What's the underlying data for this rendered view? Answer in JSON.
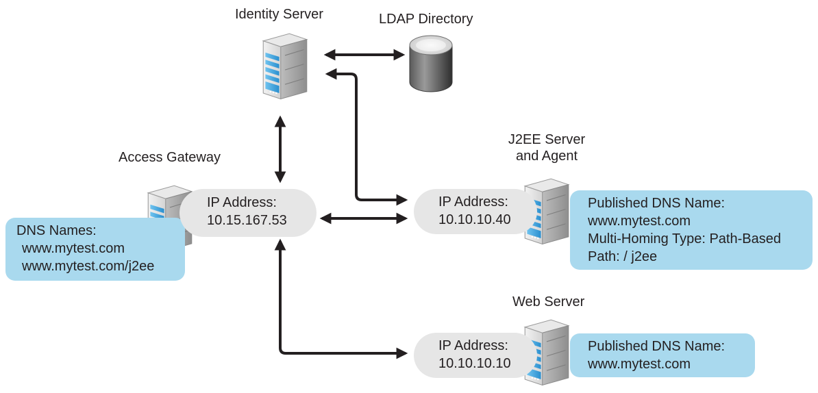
{
  "nodes": {
    "identity_server": {
      "title": "Identity Server"
    },
    "ldap_directory": {
      "title": "LDAP Directory"
    },
    "access_gateway": {
      "title": "Access Gateway",
      "ip_label": "IP Address:",
      "ip_value": "10.15.167.53",
      "dns_title": "DNS Names:",
      "dns_names": [
        "www.mytest.com",
        "www.mytest.com/j2ee"
      ]
    },
    "j2ee_server": {
      "title_line1": "J2EE Server",
      "title_line2": "and Agent",
      "ip_label": "IP Address:",
      "ip_value": "10.10.10.40",
      "info_lines": [
        "Published DNS Name:",
        "www.mytest.com",
        "Multi-Homing Type: Path-Based",
        "Path: / j2ee"
      ]
    },
    "web_server": {
      "title": "Web Server",
      "ip_label": "IP Address:",
      "ip_value": "10.10.10.10",
      "info_lines": [
        "Published DNS Name:",
        "www.mytest.com"
      ]
    }
  },
  "colors": {
    "info_box": "#a9d9ee",
    "ip_pill": "#e6e6e6",
    "arrow": "#231f20",
    "server_blue": "#3fa9e0"
  }
}
